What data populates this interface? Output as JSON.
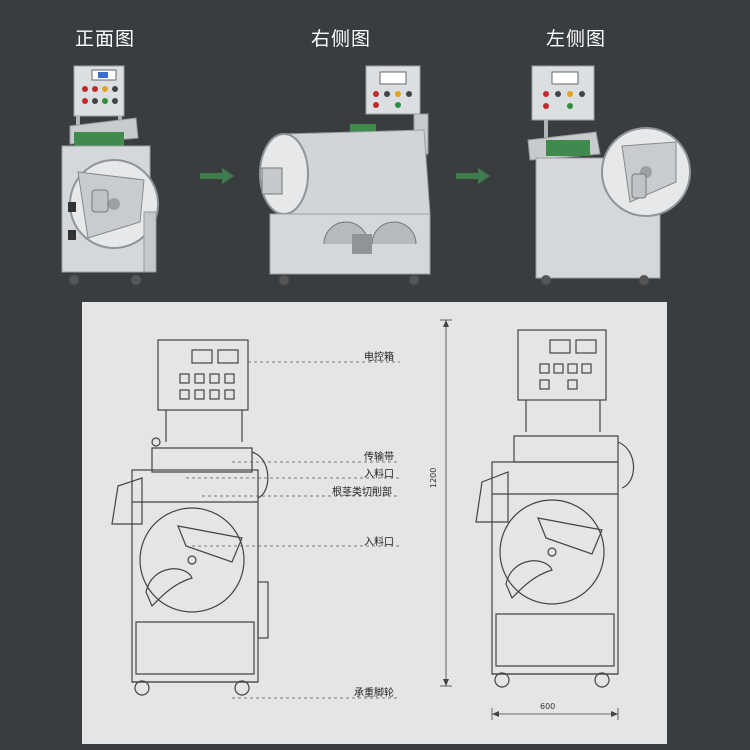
{
  "views": {
    "front_label": "正面图",
    "right_label": "右侧图",
    "left_label": "左侧图"
  },
  "callouts": {
    "control_box": "电控箱",
    "conveyor_belt": "传输带",
    "feed_inlet_top": "入料口",
    "root_stem_cutter": "根茎类切削部",
    "feed_inlet_side": "入料口",
    "caster_wheels": "承重脚轮"
  },
  "dimensions": {
    "height": "1200",
    "width": "600"
  },
  "colors": {
    "page_bg": "#3a3d40",
    "drawing_bg": "#e4e5e4",
    "steel": "#d5d8da",
    "green_belt": "#3f8a4c",
    "arrow_green": "#3f7d4e",
    "button_red": "#c2292b"
  }
}
